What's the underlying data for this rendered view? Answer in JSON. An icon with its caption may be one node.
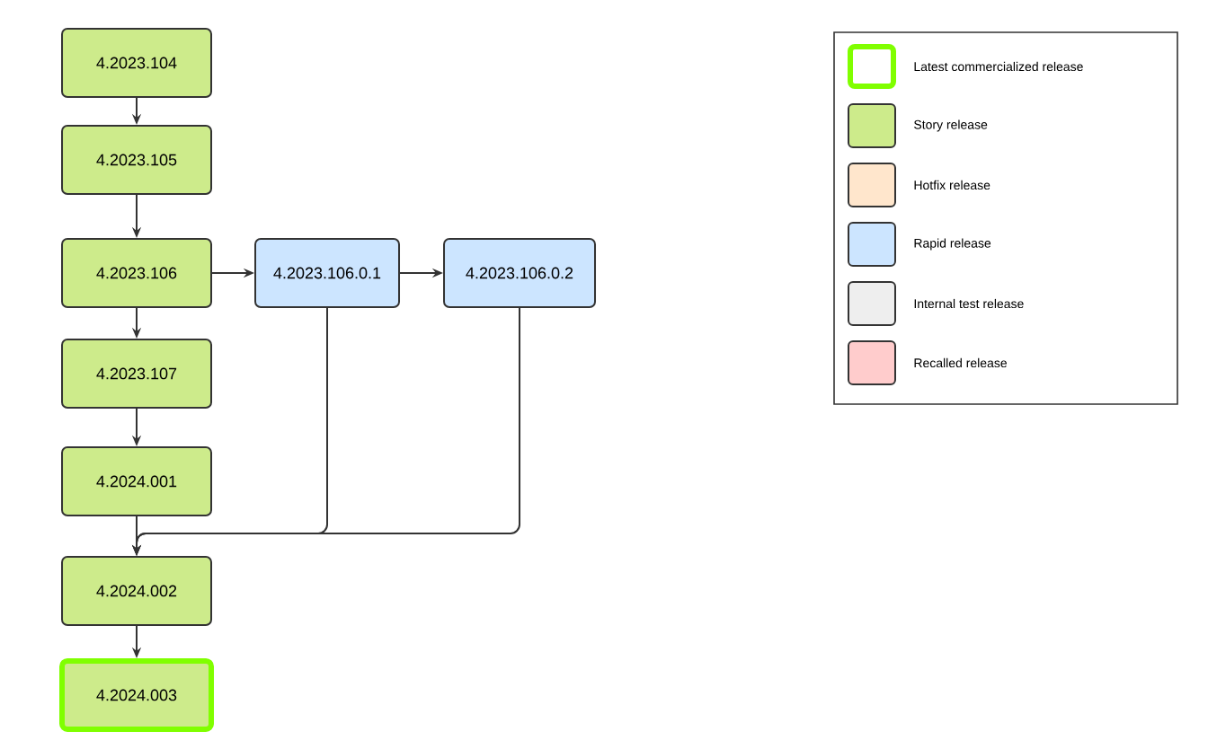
{
  "diagram": {
    "nodes": [
      {
        "text": [
          "4.2023.104"
        ]
      },
      {
        "text": [
          "4.2023.105"
        ]
      },
      {
        "text": [
          "4.2023.106"
        ]
      },
      {
        "text": [
          "4.2023.106.0.1"
        ]
      },
      {
        "text": [
          "4.2023.106.0.2"
        ]
      },
      {
        "text": [
          "4.2023.107"
        ]
      },
      {
        "text": [
          "4.2024.001"
        ]
      },
      {
        "text": [
          "4.2024.002"
        ]
      },
      {
        "text": [
          "4.2024.003"
        ]
      }
    ],
    "edges": [
      {
        "from": 0,
        "to": 1,
        "arrow": "to"
      },
      {
        "from": 1,
        "to": 2,
        "arrow": "to"
      },
      {
        "from": 2,
        "to": 3,
        "arrow": "to"
      },
      {
        "from": 3,
        "to": 4,
        "arrow": "to"
      },
      {
        "from": 2,
        "to": 5,
        "arrow": "to"
      },
      {
        "from": 5,
        "to": 6,
        "arrow": "to"
      },
      {
        "from": 6,
        "to": 7,
        "arrow": "to"
      },
      {
        "from": 3,
        "to": 7,
        "arrow": "to"
      },
      {
        "from": 4,
        "to": 7,
        "arrow": "to"
      },
      {
        "from": 7,
        "to": 8,
        "arrow": "to"
      }
    ],
    "legend": [
      {
        "text": "Latest commercialized release"
      },
      {
        "text": "Story release",
        "color": "#cdeb8b"
      },
      {
        "text": "Hotfix release",
        "color": "#ffe6cc"
      },
      {
        "text": "Rapid release",
        "color": "#cce5ff"
      },
      {
        "text": "Internal test release",
        "color": "#eeeeee"
      },
      {
        "text": "Recalled release",
        "color": "#ffcccc"
      }
    ]
  }
}
